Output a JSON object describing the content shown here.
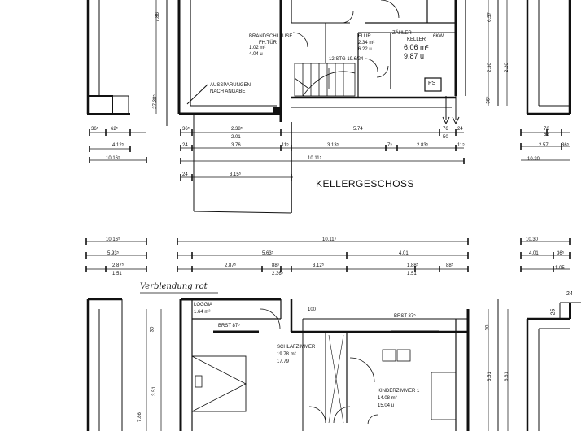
{
  "drawing_title": "KELLERGESCHOSS",
  "annotation_handwritten": "Verblendung rot",
  "basement": {
    "rooms": [
      {
        "name": "BRANDSCHLEUSE",
        "sub": "FH.TÜR",
        "area": "1.02 m²",
        "perimeter": "4.04 u"
      },
      {
        "name": "FLUR",
        "area": "2.34 m²",
        "perimeter": "6.22 u"
      },
      {
        "name": "ZÄHLER",
        "sub": "KELLER",
        "extra": "6KW",
        "area": "6.06 m²",
        "perimeter": "9.87 u"
      }
    ],
    "stair_label": "12 STG 19.6/24",
    "recess_note_1": "AUSSPARUNGEN",
    "recess_note_2": "NACH ANGABE",
    "ps_label": "PS"
  },
  "upper_floor": {
    "rooms": [
      {
        "name": "LOGGIA",
        "area": "1.64 m²"
      },
      {
        "name": "SCHLAFZIMMER",
        "area": "19.78 m²",
        "perimeter": "17.79"
      },
      {
        "name": "KINDERZIMMER 1",
        "area": "14.08 m²",
        "perimeter": "15.04 u"
      }
    ],
    "parapet_1": "BRST 87⁵",
    "parapet_2": "BRST 87⁵",
    "dim_100": "100"
  },
  "dimensions_top": {
    "row1": [
      "36⁵",
      "62⁵",
      "36⁵",
      "2.38⁵",
      "5.74",
      "76",
      "24"
    ],
    "row1b": [
      "2.01",
      "50"
    ],
    "row2": [
      "4.12⁵",
      "24",
      "3.76",
      "11⁵",
      "3.13⁵",
      "7⁵",
      "2.83⁵",
      "11⁵"
    ],
    "row3": [
      "10.16⁵",
      "10.11⁵"
    ],
    "row4": [
      "24",
      "3.15⁵"
    ],
    "right": [
      "76",
      "62",
      "2.57",
      "36⁵",
      "10.30"
    ]
  },
  "dimensions_mid": {
    "row1": [
      "10.16⁵",
      "10.11⁵",
      "10.30"
    ],
    "row2": [
      "5.93⁵",
      "5.63⁵",
      "4.01",
      "4.01",
      "36⁵"
    ],
    "row3": [
      "2.87⁵",
      "2.87⁵",
      "88⁵",
      "3.12⁵",
      "1.88⁵",
      "88⁵",
      "1.05"
    ],
    "row3b": [
      "1.51",
      "2.36⁵",
      "1.51"
    ]
  },
  "vertical_dims": [
    "7.86",
    "6.57",
    "2.30",
    "2.20",
    "27.38⁵",
    "36⁵",
    "30",
    "3.51",
    "7.86",
    "3.51",
    "6.61",
    "25",
    "24",
    "30"
  ]
}
